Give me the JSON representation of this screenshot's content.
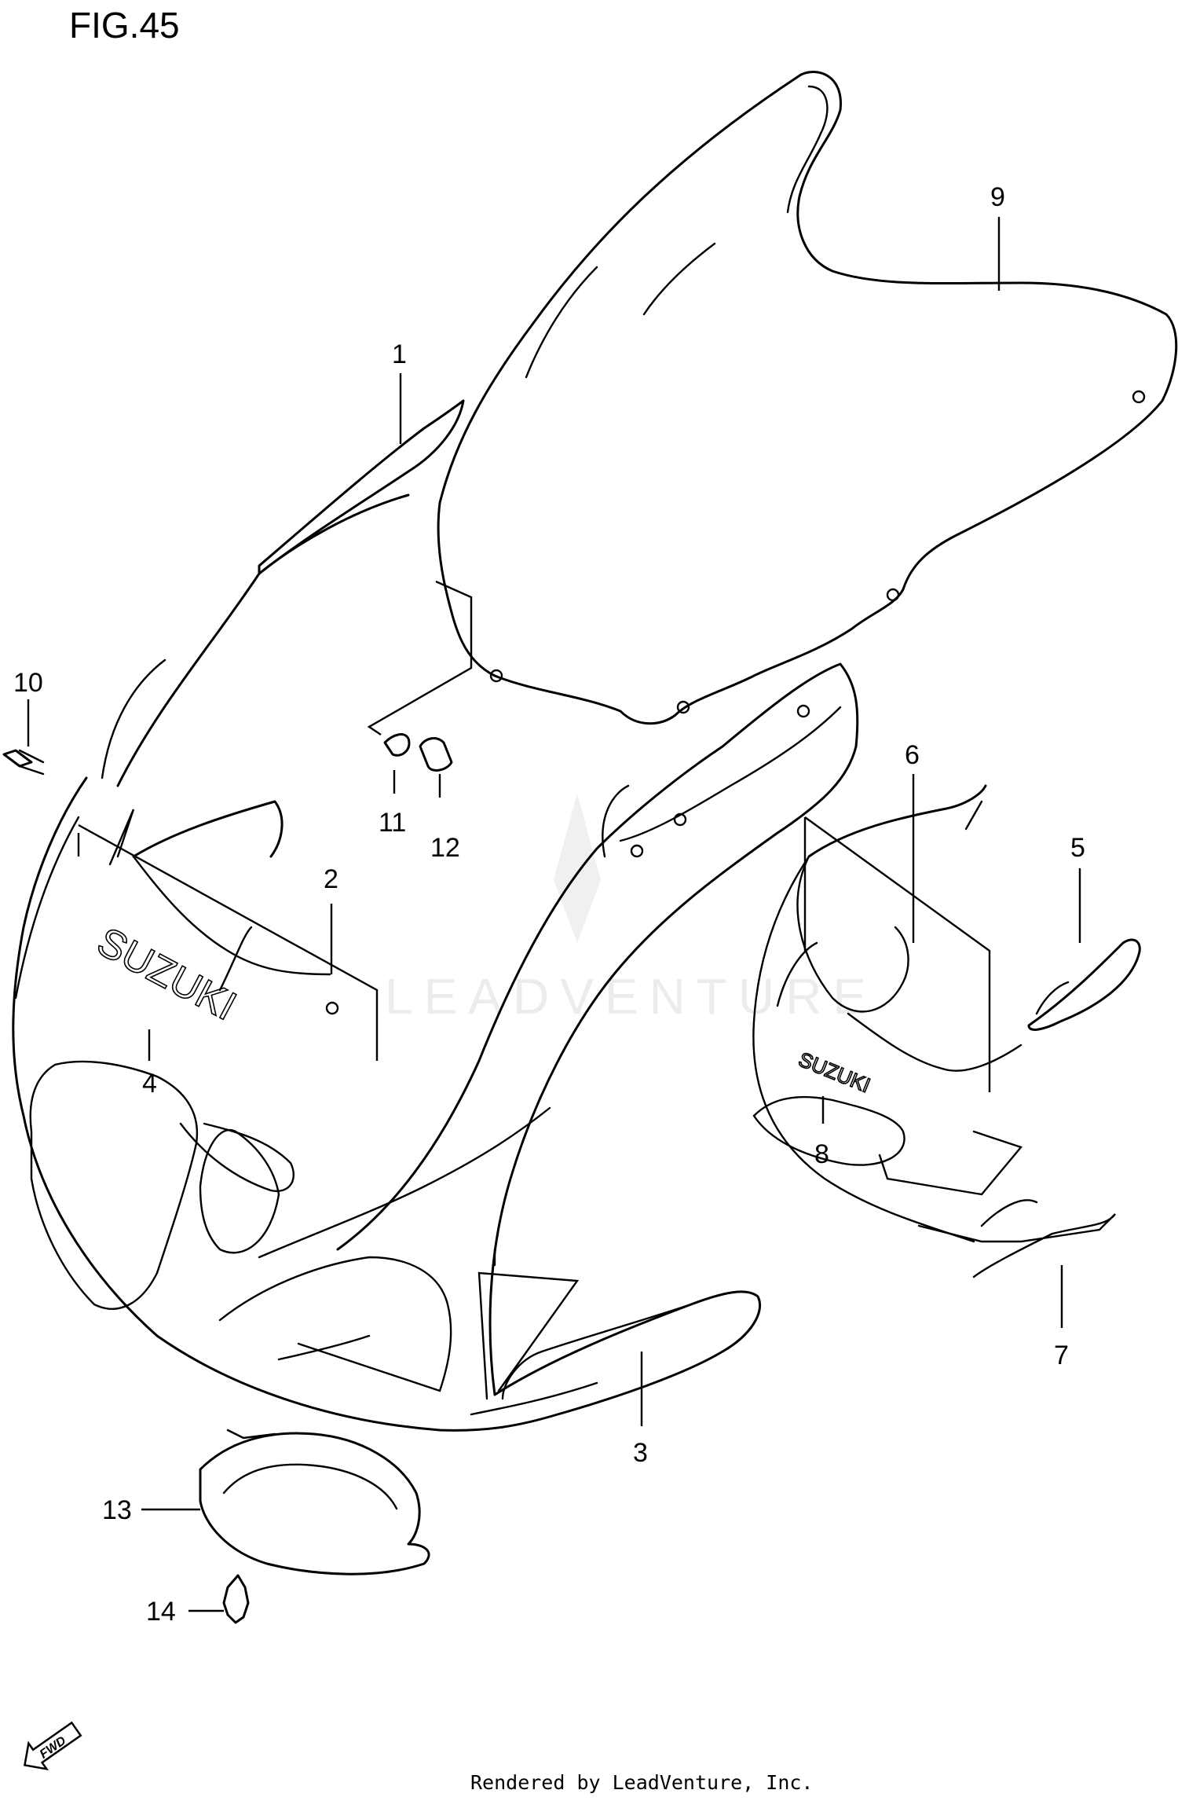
{
  "figure": {
    "title": "FIG.45"
  },
  "watermark": {
    "text": "LEADVENTURE"
  },
  "brand_marks": {
    "main": "SUZUKI",
    "inner": "SUZUKI"
  },
  "callouts": [
    {
      "id": "1",
      "label": "1"
    },
    {
      "id": "2",
      "label": "2"
    },
    {
      "id": "3",
      "label": "3"
    },
    {
      "id": "4",
      "label": "4"
    },
    {
      "id": "5",
      "label": "5"
    },
    {
      "id": "6",
      "label": "6"
    },
    {
      "id": "7",
      "label": "7"
    },
    {
      "id": "8",
      "label": "8"
    },
    {
      "id": "9",
      "label": "9"
    },
    {
      "id": "10",
      "label": "10"
    },
    {
      "id": "11",
      "label": "11"
    },
    {
      "id": "12",
      "label": "12"
    },
    {
      "id": "13",
      "label": "13"
    },
    {
      "id": "14",
      "label": "14"
    }
  ],
  "fwd_badge": {
    "text": "FWD"
  },
  "footer": {
    "credit": "Rendered by LeadVenture, Inc."
  }
}
